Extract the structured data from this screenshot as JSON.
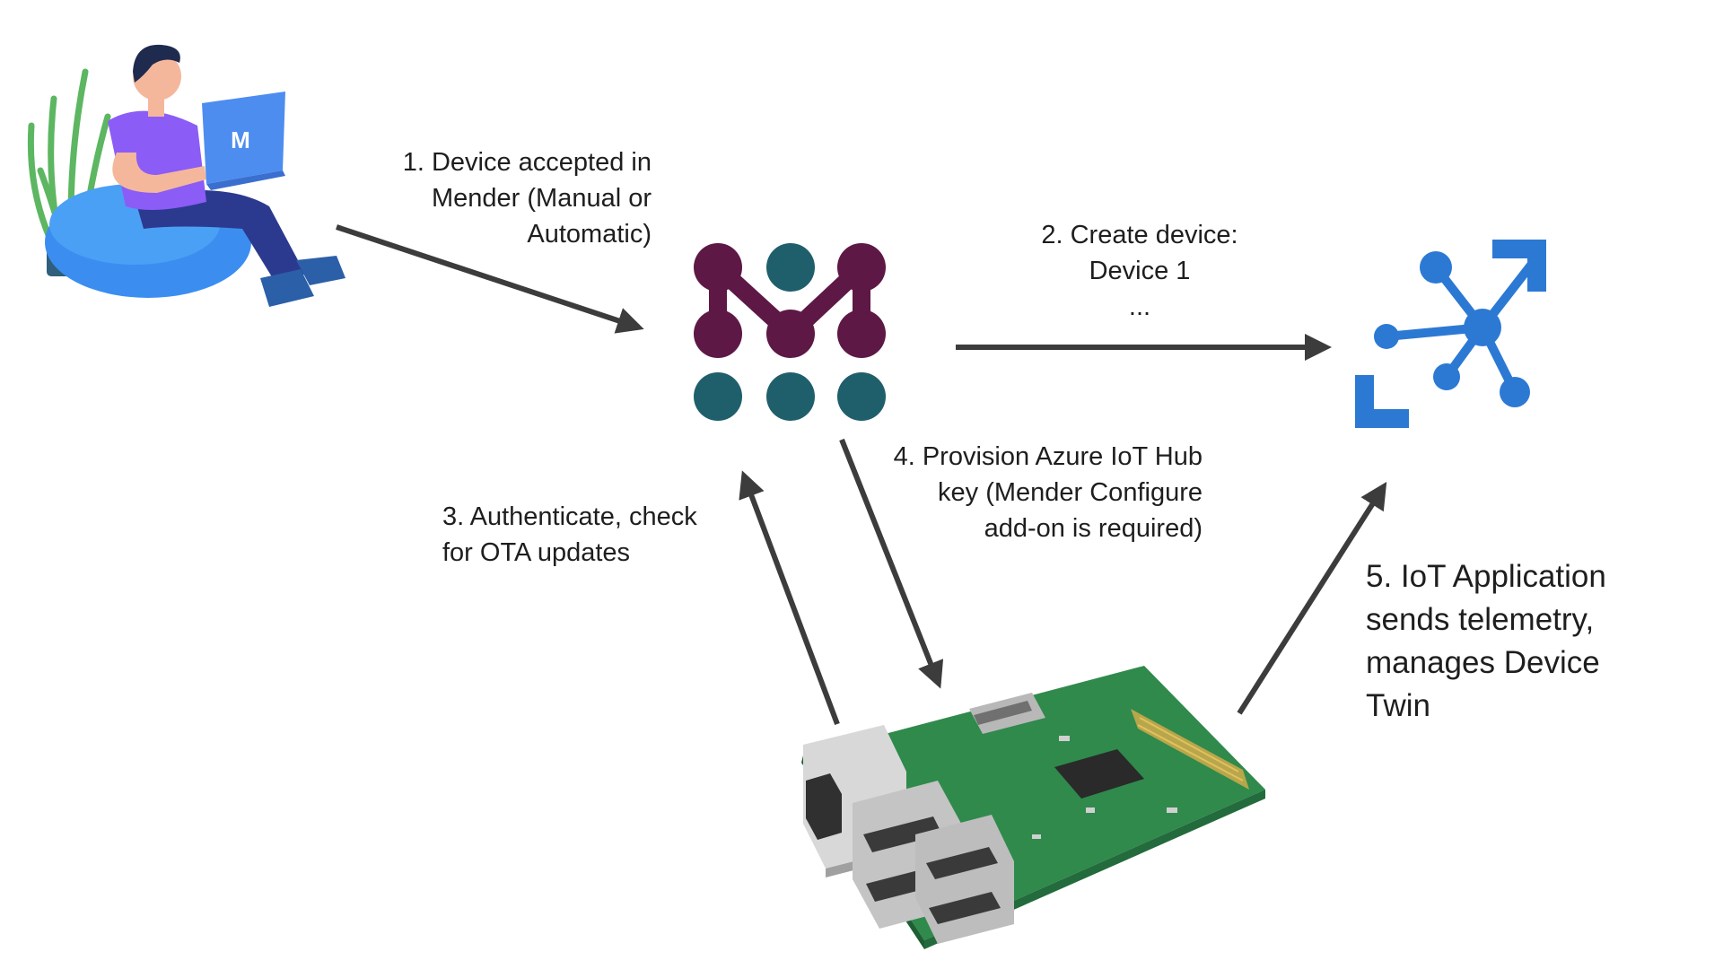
{
  "steps": {
    "step1": [
      "1. Device accepted in",
      "Mender (Manual or",
      "Automatic)"
    ],
    "step2": [
      "2. Create device:",
      "Device 1",
      "..."
    ],
    "step3": [
      "3. Authenticate, check",
      "for OTA updates"
    ],
    "step4": [
      "4. Provision Azure IoT Hub",
      "key (Mender Configure",
      "add-on is required)"
    ],
    "step5": [
      "5. IoT Application",
      "sends telemetry,",
      "manages Device",
      "Twin"
    ]
  },
  "icons": {
    "user": "person-with-laptop-icon",
    "mender": "mender-logo-icon",
    "azure": "azure-iot-hub-icon",
    "device": "raspberry-pi-board-icon",
    "laptop_logo_text": "M"
  },
  "colors": {
    "mender_primary": "#5d1845",
    "mender_secondary": "#1f5f6b",
    "azure_blue": "#2c79d4",
    "arrow": "#3c3c3c",
    "board_green": "#2f8a4c"
  }
}
